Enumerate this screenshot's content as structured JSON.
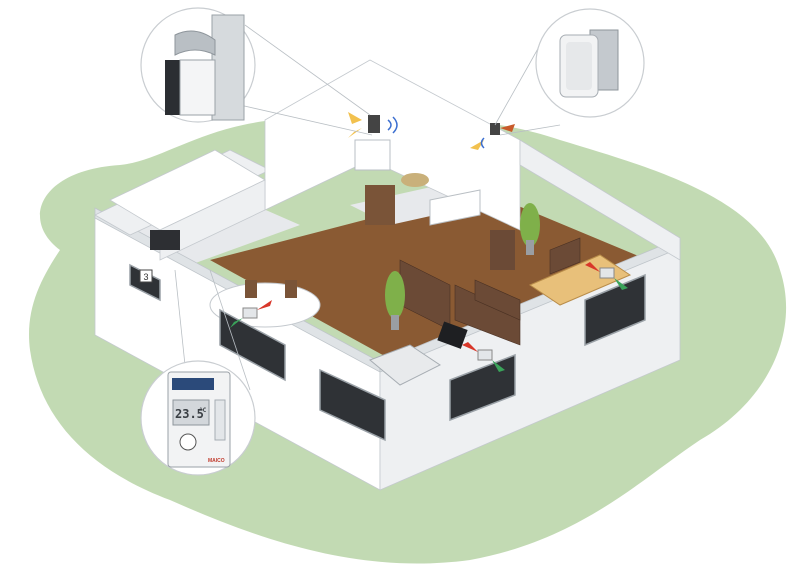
{
  "thermostat": {
    "temperature_display": "23.5",
    "unit": "°C",
    "brand": "MAICO"
  },
  "room_marker": {
    "label": "3"
  },
  "colors": {
    "lawn": "#b7d3a6",
    "wood_floor": "#8a5a33",
    "airflow_in": "#3aa35a",
    "airflow_out": "#d8372a",
    "fan_blade": "#f2c14e",
    "sound_wave": "#3c6fd0"
  },
  "icons": [
    "duct-fan-unit-icon",
    "wall-vent-cover-icon",
    "thermostat-controller-icon",
    "airflow-arrow-icon",
    "fan-blade-icon",
    "sound-wave-icon"
  ]
}
